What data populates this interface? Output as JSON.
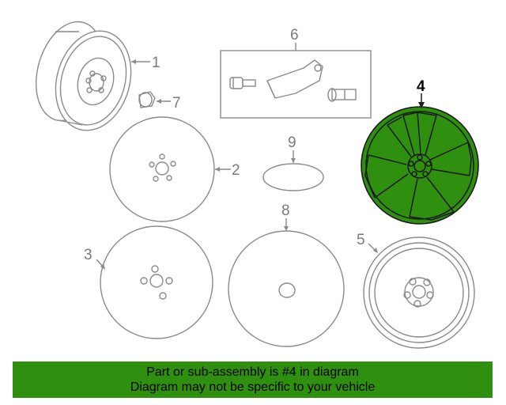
{
  "colors": {
    "highlight": "#2f8f0f",
    "banner": "#2f8f0f",
    "line": "#8a8a8a",
    "highlight_line": "#1a1a1a"
  },
  "parts": [
    {
      "number": "1",
      "highlighted": false
    },
    {
      "number": "2",
      "highlighted": false
    },
    {
      "number": "3",
      "highlighted": false
    },
    {
      "number": "4",
      "highlighted": true
    },
    {
      "number": "5",
      "highlighted": false
    },
    {
      "number": "6",
      "highlighted": false
    },
    {
      "number": "7",
      "highlighted": false
    },
    {
      "number": "8",
      "highlighted": false
    },
    {
      "number": "9",
      "highlighted": false
    }
  ],
  "banner": {
    "line1": "Part or sub-assembly is #4 in diagram",
    "line2": "Diagram may not be specific to your vehicle"
  }
}
